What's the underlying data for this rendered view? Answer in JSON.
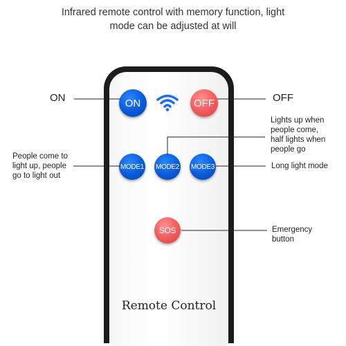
{
  "heading": {
    "line1": "Infrared remote control with memory function, light",
    "line2": "mode can be adjusted at will"
  },
  "remote": {
    "brand": "Remote Control",
    "buttons": {
      "on": "ON",
      "off": "OFF",
      "mode1": "MODE1",
      "mode2": "MODE2",
      "mode3": "MODE3",
      "sos": "SOS"
    },
    "signal_icon": "wifi-icon"
  },
  "labels": {
    "on": "ON",
    "off": "OFF",
    "mode1": [
      "People come to",
      "light up, people",
      "go to light out"
    ],
    "mode2": [
      "Lights up when",
      "people come,",
      "half lights when",
      "people go"
    ],
    "mode3": "Long light mode",
    "sos": [
      "Emergency",
      "button"
    ]
  },
  "colors": {
    "button_blue": "#0a5ad8",
    "button_red": "#f05a5a",
    "remote_border": "#1c1c1c"
  }
}
